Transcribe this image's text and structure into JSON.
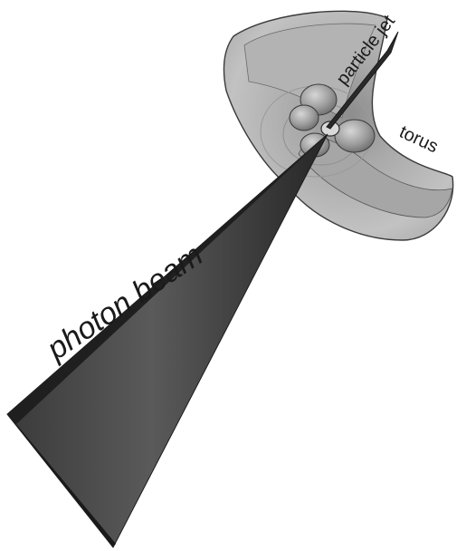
{
  "labels": {
    "particle_jet": "particle jet",
    "torus": "torus",
    "photon_beam": "photon beam"
  },
  "colors": {
    "torus_fill": "#b9b9b9",
    "torus_edge": "#3a3a3a",
    "torus_inner": "#9a9a9a",
    "beam_dark": "#2b2b2b",
    "beam_mid": "#555555",
    "jet": "#2a2a2a",
    "label_text": "#1a1a1a"
  }
}
